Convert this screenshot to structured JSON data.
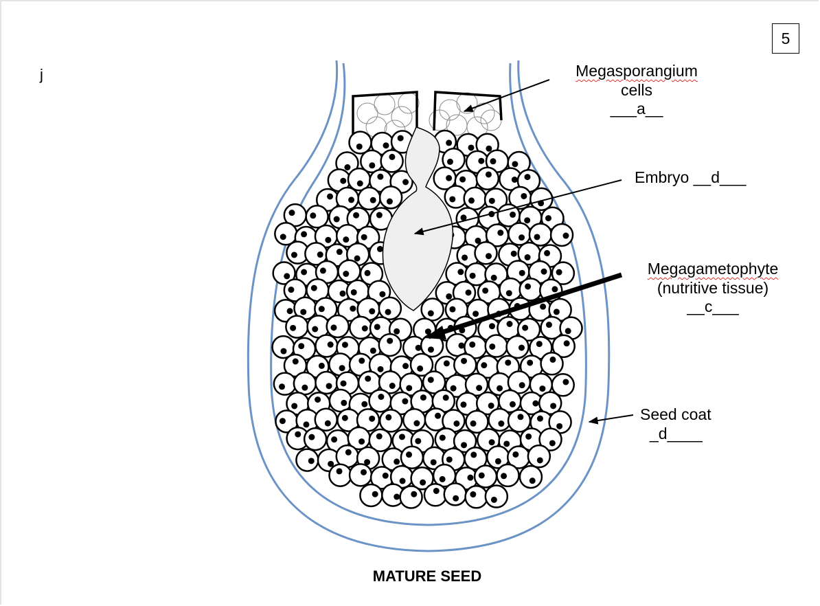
{
  "page": {
    "number": "5",
    "stray_char": "j",
    "title": "MATURE SEED"
  },
  "labels": {
    "megasporangium": {
      "line1": "Megasporangium",
      "line2": "cells",
      "answer": "___a__"
    },
    "embryo": {
      "text": "Embryo __d___"
    },
    "megagametophyte": {
      "line1": "Megagametophyte",
      "line2": "(nutritive tissue)",
      "answer": "__c___"
    },
    "seed_coat": {
      "line1": "Seed coat",
      "answer": "_d____"
    }
  },
  "colors": {
    "seed_coat_outline": "#6b93c6",
    "embryo_fill": "#efefef",
    "spellcheck_underline": "#e03030",
    "cell_outline": "#000000",
    "megasporangium_cell_outline": "#8a8a8a"
  }
}
